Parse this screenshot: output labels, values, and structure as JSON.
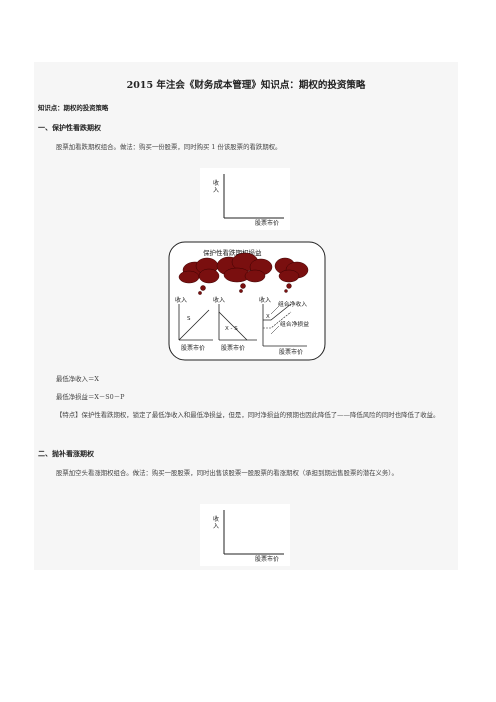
{
  "title": "2015 年注会《财务成本管理》知识点：期权的投资策略",
  "knowledge_point": "知识点：期权的投资策略",
  "section1": {
    "heading": "一、保护性看跌期权",
    "intro": "股票加看跌期权组合。做法：购买一份股票，同时购买 1 份该股票的看跌期权。",
    "chart1": {
      "ylabel_1": "收",
      "ylabel_2": "入",
      "xlabel": "股票市价"
    },
    "diagram": {
      "cloud_title": "保护性看跌期权损益",
      "left_label_1": "收入",
      "left_s": "S",
      "left_xlabel": "股票市价",
      "mid_label_1": "收入",
      "mid_xs": "X - S",
      "mid_xlabel": "股票市价",
      "right_label": "收入",
      "right_x": "X",
      "right_line1": "组合净收入",
      "right_line2": "组合净损益",
      "right_xlabel": "股票市价"
    },
    "min_income": "最低净收入＝X",
    "min_profit": "最低净损益＝X－S0－P",
    "feature": "【特点】保护性看跌期权，锁定了最低净收入和最低净损益，但是，同时净损益的预期也因此降低了——降低风险的同时也降低了收益。"
  },
  "section2": {
    "heading": "二、抛补看涨期权",
    "intro": "股票加空头看涨期权组合。做法：购买一股股票，同时出售该股票一股股票的看涨期权（承担到期出售股票的潜在义务）。",
    "chart2": {
      "ylabel_1": "收",
      "ylabel_2": "入",
      "xlabel": "股票市价"
    }
  }
}
